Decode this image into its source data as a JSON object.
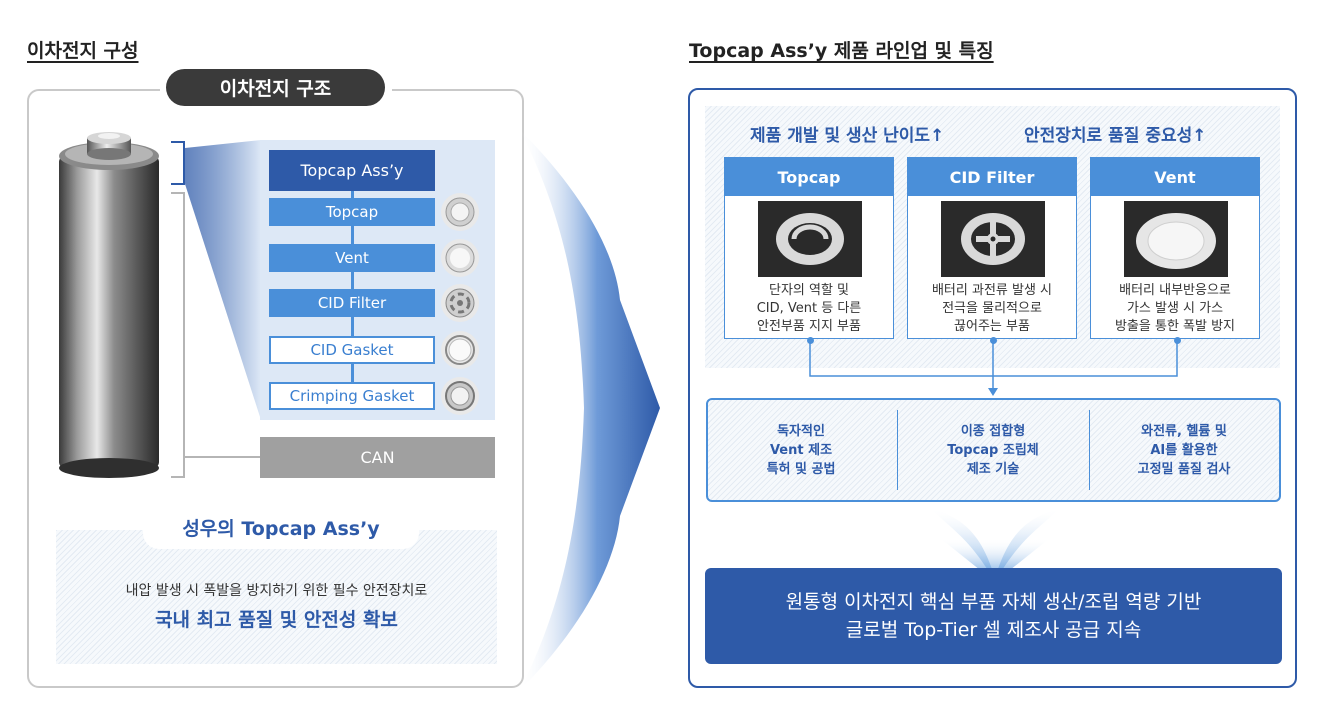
{
  "left": {
    "title": "이차전지 구성",
    "structure_label": "이차전지 구조",
    "topcap_assy": "Topcap Ass’y",
    "parts": [
      "Topcap",
      "Vent",
      "CID Filter",
      "CID Gasket",
      "Crimping Gasket"
    ],
    "can": "CAN",
    "summary": {
      "title": "성우의 Topcap Ass’y",
      "line1": "내압 발생 시 폭발을 방지하기 위한 필수 안전장치로",
      "line2": "국내 최고 품질 및 안전성 확보"
    }
  },
  "right": {
    "title": "Topcap Ass’y 제품 라인업 및 특징",
    "header_left": "제품 개발 및 생산 난이도↑",
    "header_right": "안전장치로 품질 중요성↑",
    "cards": [
      {
        "title": "Topcap",
        "desc": "단자의 역할 및\nCID, Vent 등 다른\n안전부품 지지 부품"
      },
      {
        "title": "CID Filter",
        "desc": "배터리 과전류 발생 시\n전극을 물리적으로\n끊어주는 부품"
      },
      {
        "title": "Vent",
        "desc": "배터리 내부반응으로\n가스 발생 시 가스\n방출을 통한 폭발 방지"
      }
    ],
    "features": [
      "독자적인\nVent 제조\n특허 및 공법",
      "이종 접합형\nTopcap 조립체\n제조 기술",
      "와전류, 헬륨 및\nAI를 활용한\n고정밀 품질 검사"
    ],
    "final_line1": "원통형 이차전지 핵심 부품 자체 생산/조립 역량 기반",
    "final_line2": "글로벌 Top-Tier 셀 제조사 공급 지속"
  },
  "colors": {
    "navy": "#2e5aa8",
    "blue": "#4a8fd9",
    "gray": "#a0a0a0",
    "dark": "#3a3a3a"
  }
}
